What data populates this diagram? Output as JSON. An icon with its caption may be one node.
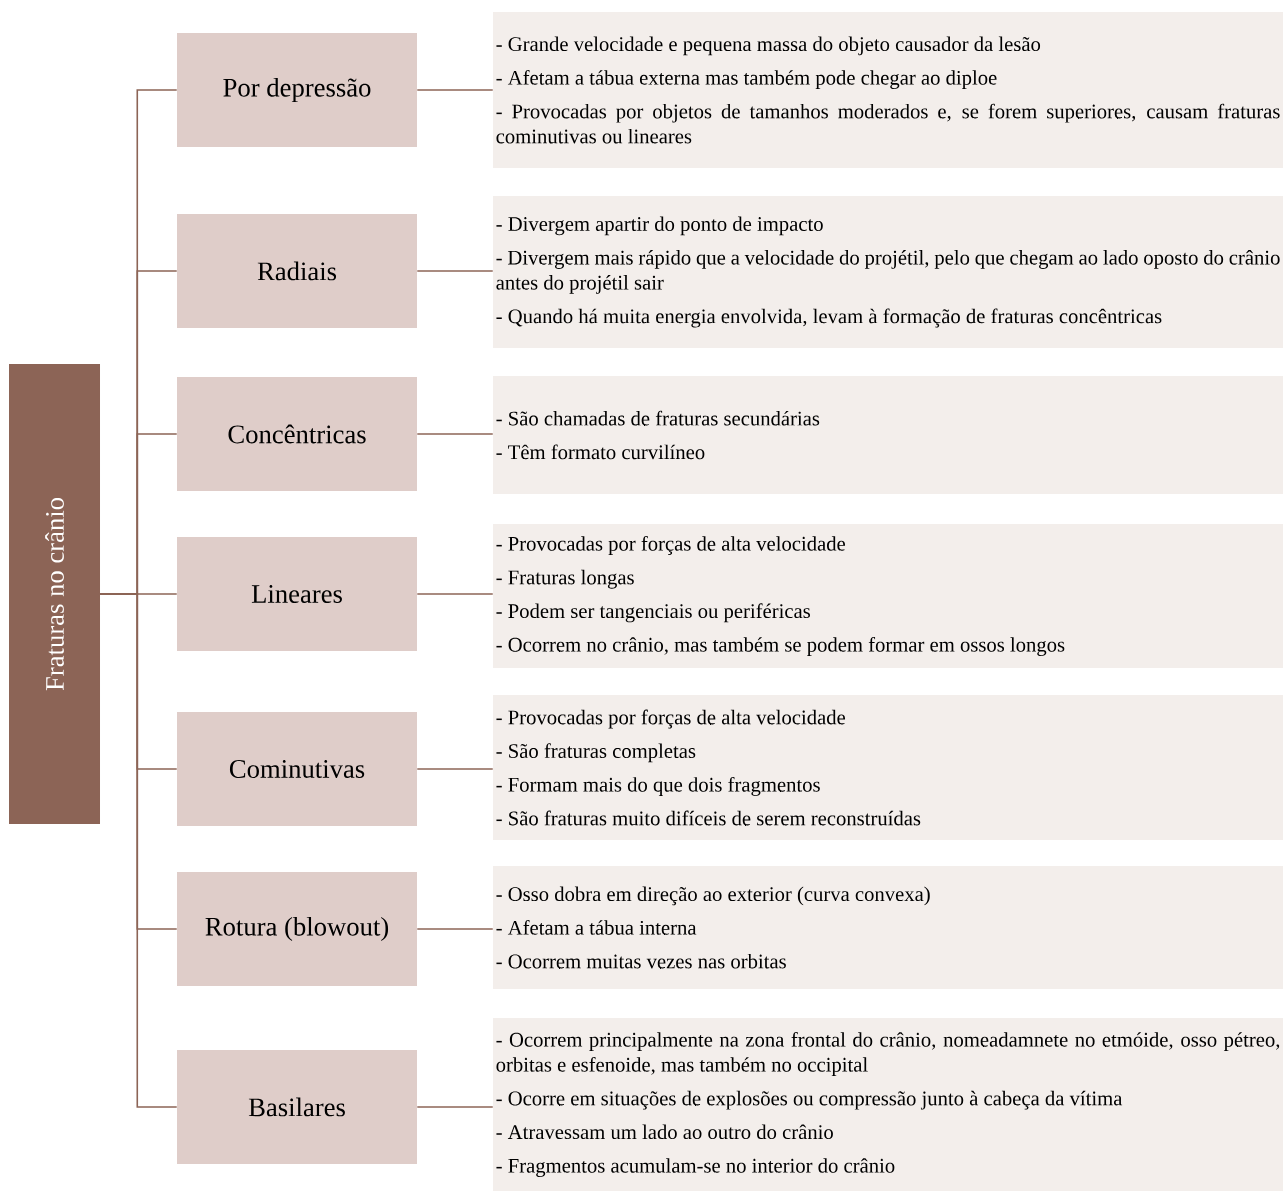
{
  "diagram": {
    "nodes": [
      {
        "text": [
          "Fraturas no crânio"
        ]
      },
      {
        "text": [
          "Por depressão"
        ]
      },
      {
        "text": [
          "- Grande velocidade e pequena massa do objeto causador da lesão",
          "- Afetam a tábua externa mas também pode chegar ao diploe",
          "- Provocadas por objetos de tamanhos moderados e, se forem superiores, causam fraturas cominutivas ou lineares"
        ]
      },
      {
        "text": [
          "Radiais"
        ]
      },
      {
        "text": [
          "- Divergem apartir do ponto de impacto",
          "- Divergem mais rápido que a velocidade do projétil, pelo que chegam ao lado oposto do crânio antes do projétil sair",
          "- Quando há muita energia envolvida, levam à formação de fraturas concêntricas"
        ]
      },
      {
        "text": [
          "Concêntricas"
        ]
      },
      {
        "text": [
          "- São chamadas de fraturas secundárias",
          "- Têm formato curvilíneo"
        ]
      },
      {
        "text": [
          "Lineares"
        ]
      },
      {
        "text": [
          "- Provocadas por forças de alta velocidade",
          "- Fraturas longas",
          "- Podem ser tangenciais ou periféricas",
          "- Ocorrem no crânio, mas também se podem formar em ossos longos"
        ]
      },
      {
        "text": [
          "Cominutivas"
        ]
      },
      {
        "text": [
          "- Provocadas por forças de alta velocidade",
          "- São fraturas completas",
          "- Formam mais do que dois fragmentos",
          "- São fraturas muito difíceis de serem reconstruídas"
        ]
      },
      {
        "text": [
          "Rotura (blowout)"
        ]
      },
      {
        "text": [
          "- Osso dobra em direção ao exterior (curva convexa)",
          "- Afetam a tábua interna",
          "- Ocorrem muitas vezes nas orbitas"
        ]
      },
      {
        "text": [
          "Basilares"
        ]
      },
      {
        "text": [
          "- Ocorrem principalmente na zona frontal do crânio, nomeadamnete no etmóide, osso pétreo, orbitas e esfenoide, mas também no occipital",
          "- Ocorre em situações de explosões ou compressão junto à cabeça da vítima",
          "- Atravessam um lado ao outro do crânio",
          "- Fragmentos acumulam-se no interior do crânio"
        ]
      }
    ],
    "edges": [
      {
        "from": 0,
        "to": 1,
        "arrow": "none"
      },
      {
        "from": 0,
        "to": 3,
        "arrow": "none"
      },
      {
        "from": 0,
        "to": 5,
        "arrow": "none"
      },
      {
        "from": 0,
        "to": 7,
        "arrow": "none"
      },
      {
        "from": 0,
        "to": 9,
        "arrow": "none"
      },
      {
        "from": 0,
        "to": 11,
        "arrow": "none"
      },
      {
        "from": 0,
        "to": 13,
        "arrow": "none"
      },
      {
        "from": 1,
        "to": 2,
        "arrow": "none"
      },
      {
        "from": 3,
        "to": 4,
        "arrow": "none"
      },
      {
        "from": 5,
        "to": 6,
        "arrow": "none"
      },
      {
        "from": 7,
        "to": 8,
        "arrow": "none"
      },
      {
        "from": 9,
        "to": 10,
        "arrow": "none"
      },
      {
        "from": 11,
        "to": 12,
        "arrow": "none"
      },
      {
        "from": 13,
        "to": 14,
        "arrow": "none"
      }
    ]
  }
}
